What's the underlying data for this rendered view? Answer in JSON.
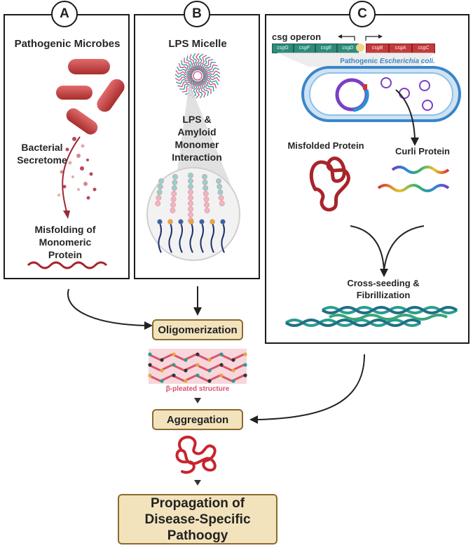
{
  "panels": {
    "a": {
      "letter": "A",
      "title": "Pathogenic Microbes",
      "secretome_label": "Bacterial\nSecretome",
      "misfolding_label": "Misfolding of\nMonomeric\nProtein"
    },
    "b": {
      "letter": "B",
      "title": "LPS Micelle",
      "interaction_label": "LPS &\nAmyloid\nMonomer\nInteraction"
    },
    "c": {
      "letter": "C",
      "operon_label": "csg operon",
      "genes_left": [
        "csgG",
        "csgF",
        "csgE",
        "csgD"
      ],
      "genes_right": [
        "csgB",
        "csgA",
        "csgC"
      ],
      "species_prefix": "Pathogenic ",
      "species_italic": "Escherichia coli.",
      "misfolded_label": "Misfolded Protein",
      "curli_label": "Curli Protein",
      "crossseed_label": "Cross-seeding &\nFibrillization"
    }
  },
  "flow": {
    "oligomerization": "Oligomerization",
    "beta_label": "β-pleated structure",
    "aggregation": "Aggregation",
    "propagation": "Propagation of\nDisease-Specific\nPathoogy"
  },
  "colors": {
    "bacteria": "#c23b3b",
    "protein": "#a8242b",
    "box_fill": "#f3e3bd",
    "box_border": "#8a6a2e",
    "gene_green": "#2e8b7a",
    "gene_red": "#c23b3b",
    "ecoli_blue": "#3a86c8",
    "beta_pink": "#d9546a"
  }
}
